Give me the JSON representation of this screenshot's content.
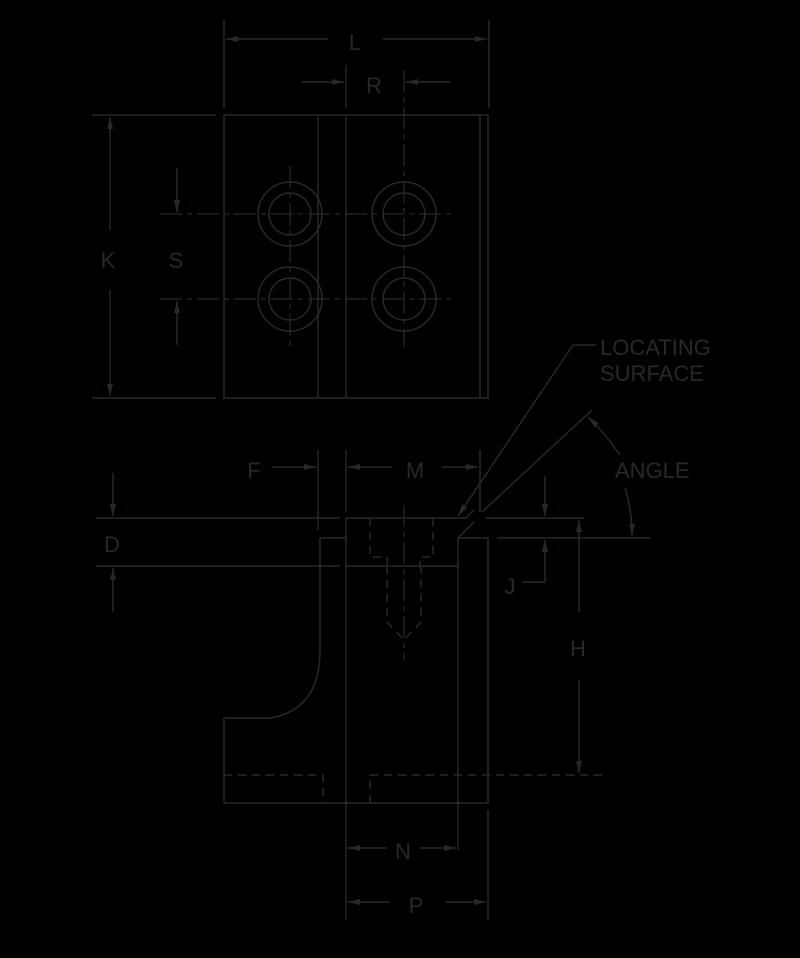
{
  "diagram": {
    "type": "engineering-dimension-drawing",
    "background_color": "#000000",
    "line_color": "#2b2728",
    "views": [
      "top-view",
      "side-view"
    ],
    "dimensions": {
      "L": "L",
      "R": "R",
      "K": "K",
      "S": "S",
      "F": "F",
      "M": "M",
      "D": "D",
      "J": "J",
      "H": "H",
      "N": "N",
      "P": "P",
      "angle": "ANGLE"
    },
    "callouts": {
      "locating_line1": "LOCATING",
      "locating_line2": "SURFACE"
    },
    "top_view": {
      "holes": 4,
      "hole_style": "counterbored"
    },
    "side_view": {
      "hidden_features": [
        "threaded-bolt-hole",
        "bottom-slot"
      ]
    }
  }
}
